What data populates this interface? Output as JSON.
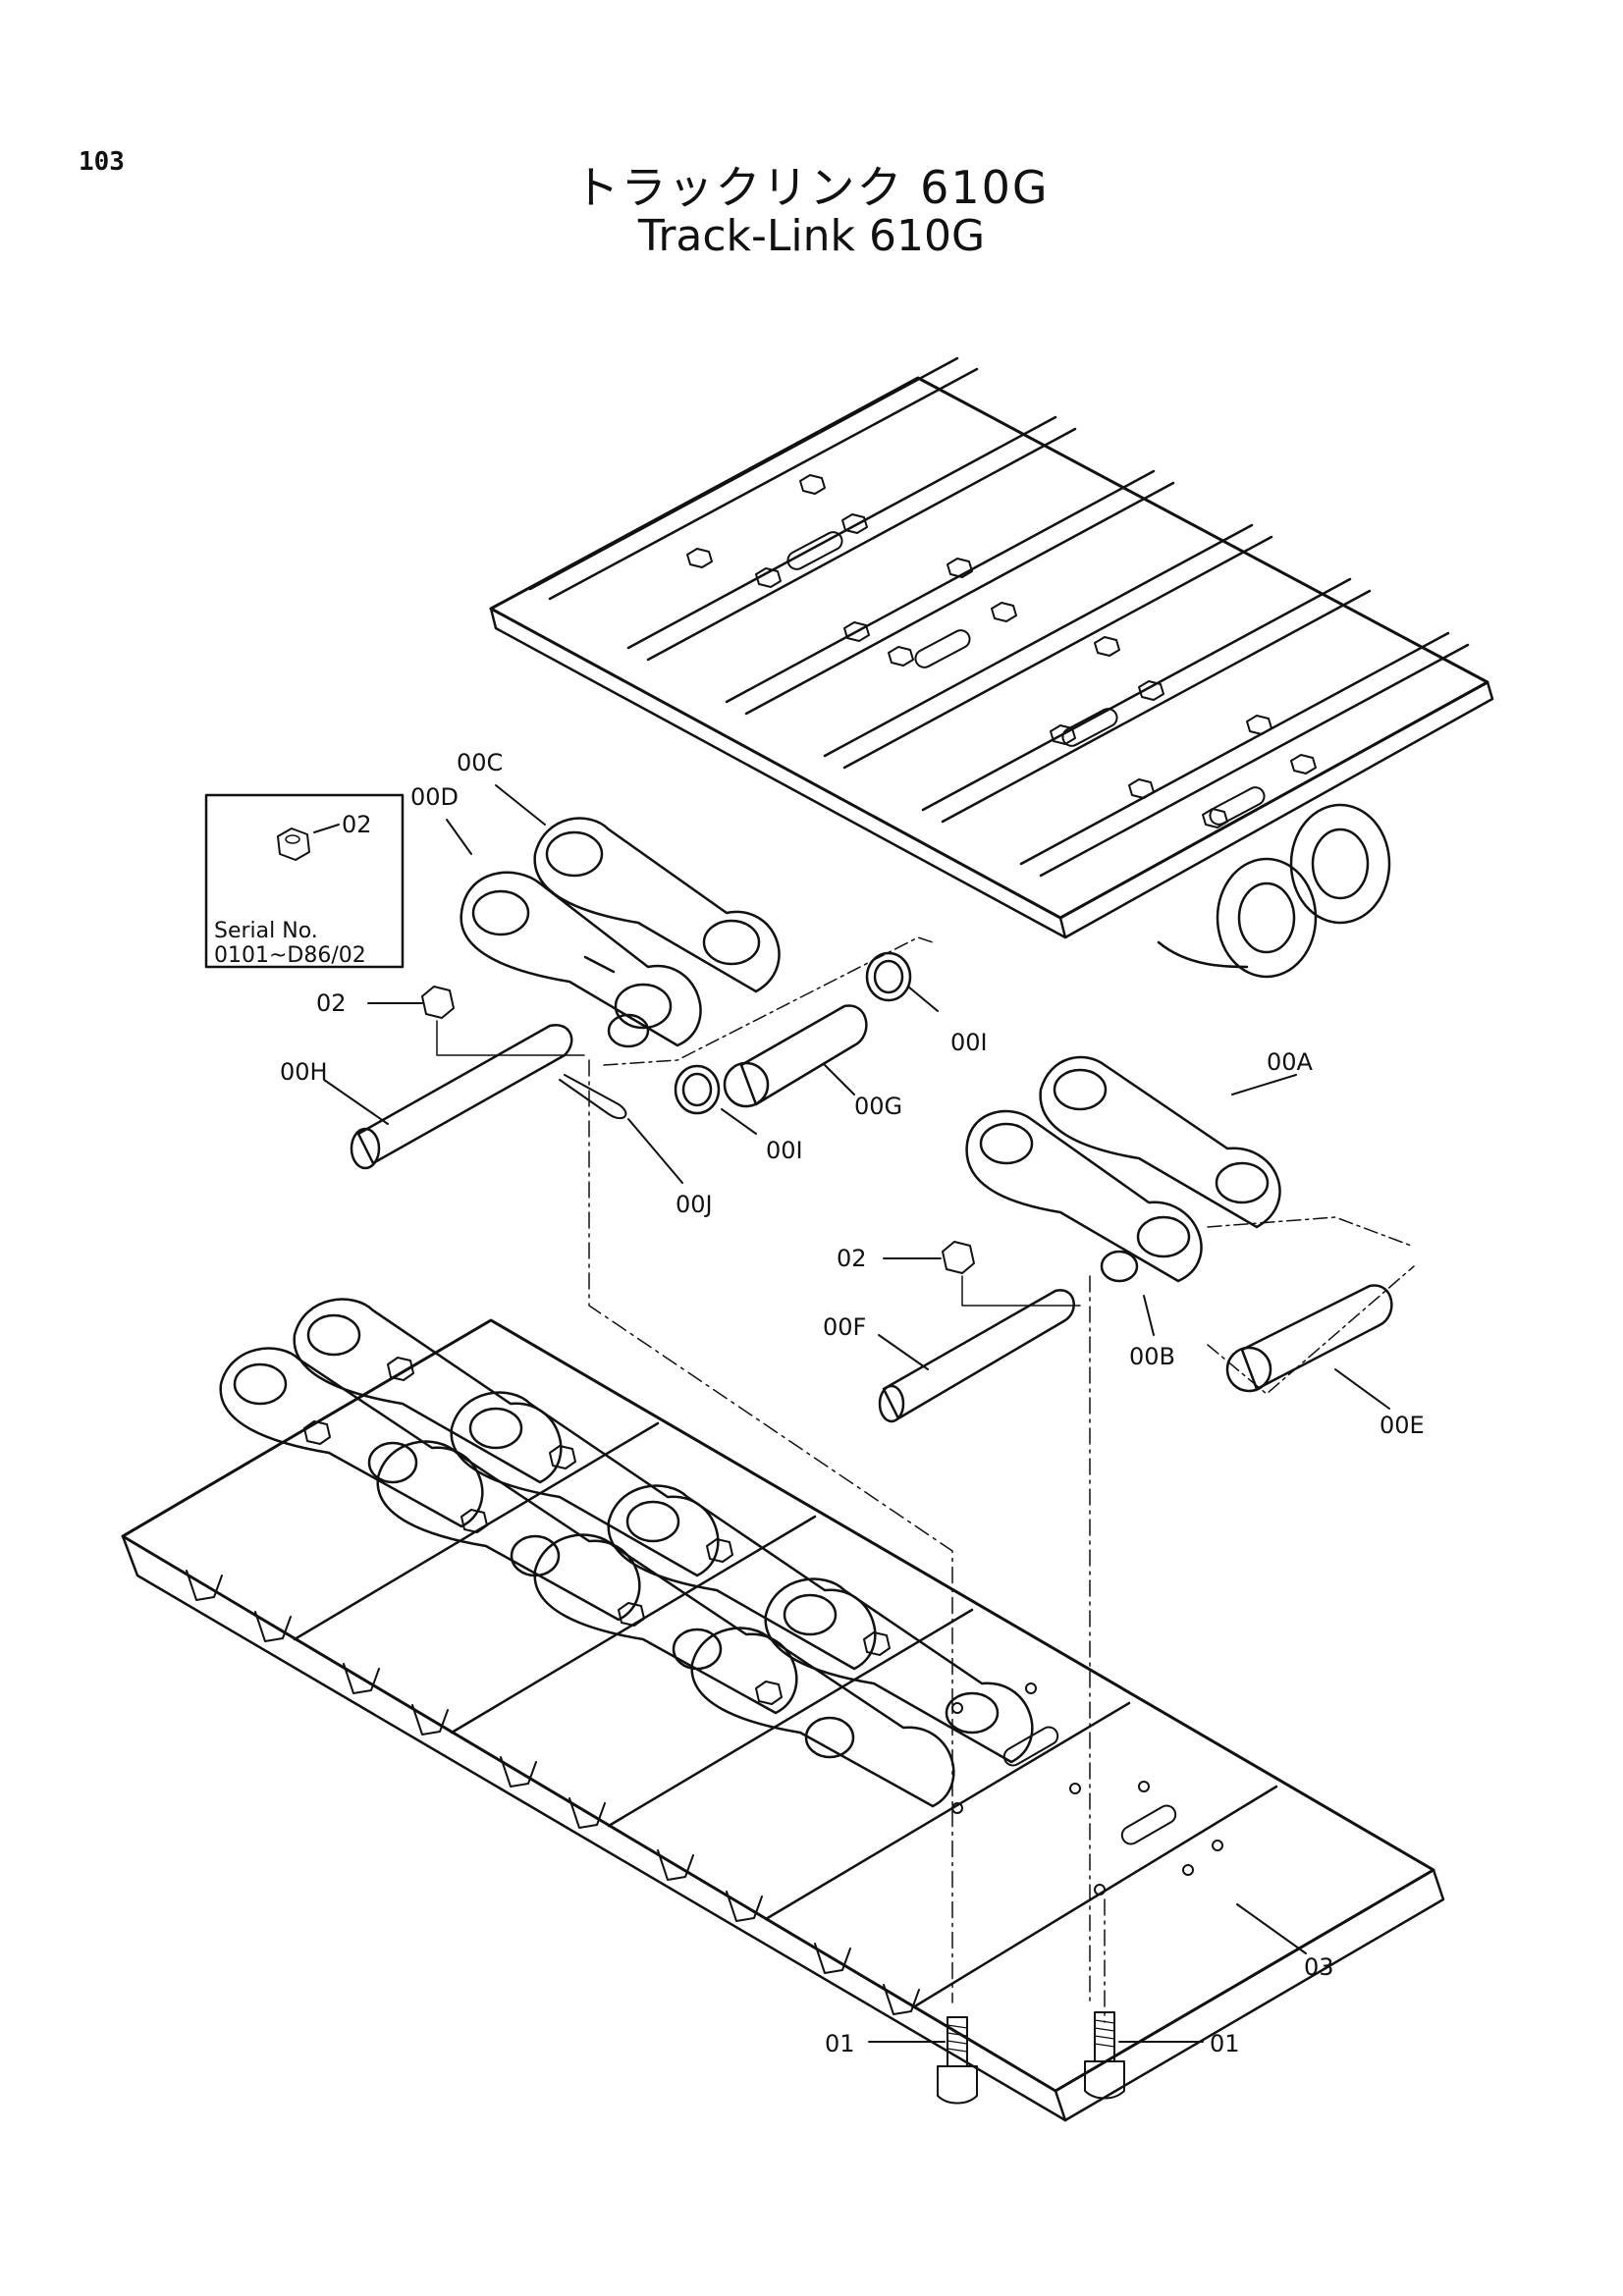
{
  "page": {
    "number": "103",
    "title_jp": "トラックリンク 610G",
    "title_en": "Track-Link 610G"
  },
  "inset": {
    "serial_label": "Serial No.",
    "serial_range": "0101~D86/02",
    "part": "02"
  },
  "callouts": {
    "c00C": "00C",
    "c00D": "00D",
    "c02_left": "02",
    "c00H": "00H",
    "c00I_top": "00I",
    "c00G": "00G",
    "c00I_bottom": "00I",
    "c00J": "00J",
    "c00A": "00A",
    "c02_right": "02",
    "c00F": "00F",
    "c00B": "00B",
    "c00E": "00E",
    "c03": "03",
    "c01_left": "01",
    "c01_right": "01"
  }
}
